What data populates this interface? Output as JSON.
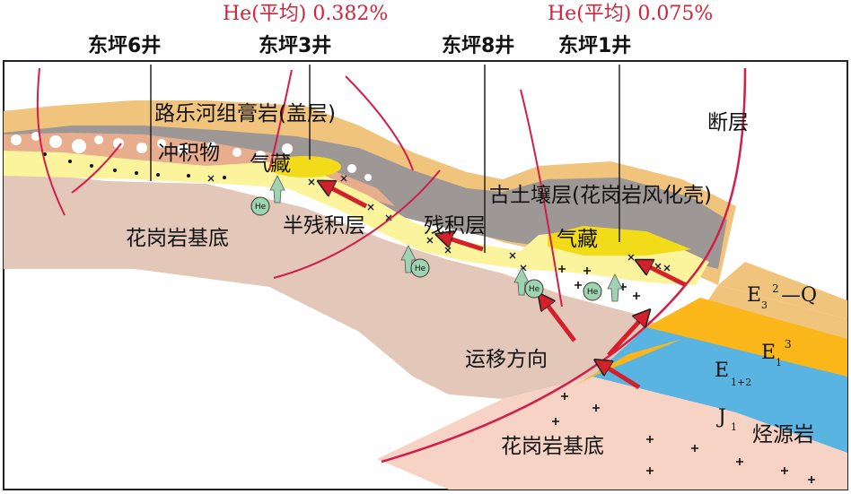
{
  "header": {
    "he_avg_left": "He(平均) 0.382%",
    "he_avg_right": "He(平均) 0.075%"
  },
  "wells": {
    "w6": "东坪6井",
    "w3": "东坪3井",
    "w8": "东坪8井",
    "w1": "东坪1井"
  },
  "labels": {
    "caprock": "路乐河组膏岩(盖层)",
    "alluvium": "冲积物",
    "gas_left": "气藏",
    "gas_right": "气藏",
    "fault": "断层",
    "paleosoil": "古土壤层(花岗岩风化壳)",
    "semi_residual": "半残积层",
    "residual": "残积层",
    "granite_base_left": "花岗岩基底",
    "granite_base_bottom": "花岗岩基底",
    "migration": "运移方向",
    "source_rock": "烃源岩",
    "he_bubble": "He"
  },
  "formations": {
    "e32q_main": "E",
    "e32q_sub": "3",
    "e32q_sup": "2",
    "e32q_tail": "—Q",
    "e13_main": "E",
    "e13_sub": "1",
    "e13_sup": "3",
    "e12_main": "E",
    "e12_sub": "1+2",
    "j1_main": "J",
    "j1_sub": "1"
  },
  "colors": {
    "fault_line": "#d11f4c",
    "arrow": "#d3202a",
    "gas_zone": "#f2dc1a",
    "light_yellow": "#fbf49c",
    "tan": "#f1c47d",
    "gray": "#9d9795",
    "granite": "#e3c8b9",
    "orange": "#fbb619",
    "blue": "#5ab4e2",
    "pink": "#f6d3c4",
    "he_bubble": "#9fd4b0",
    "up_arrow": "#9ed2b2"
  }
}
